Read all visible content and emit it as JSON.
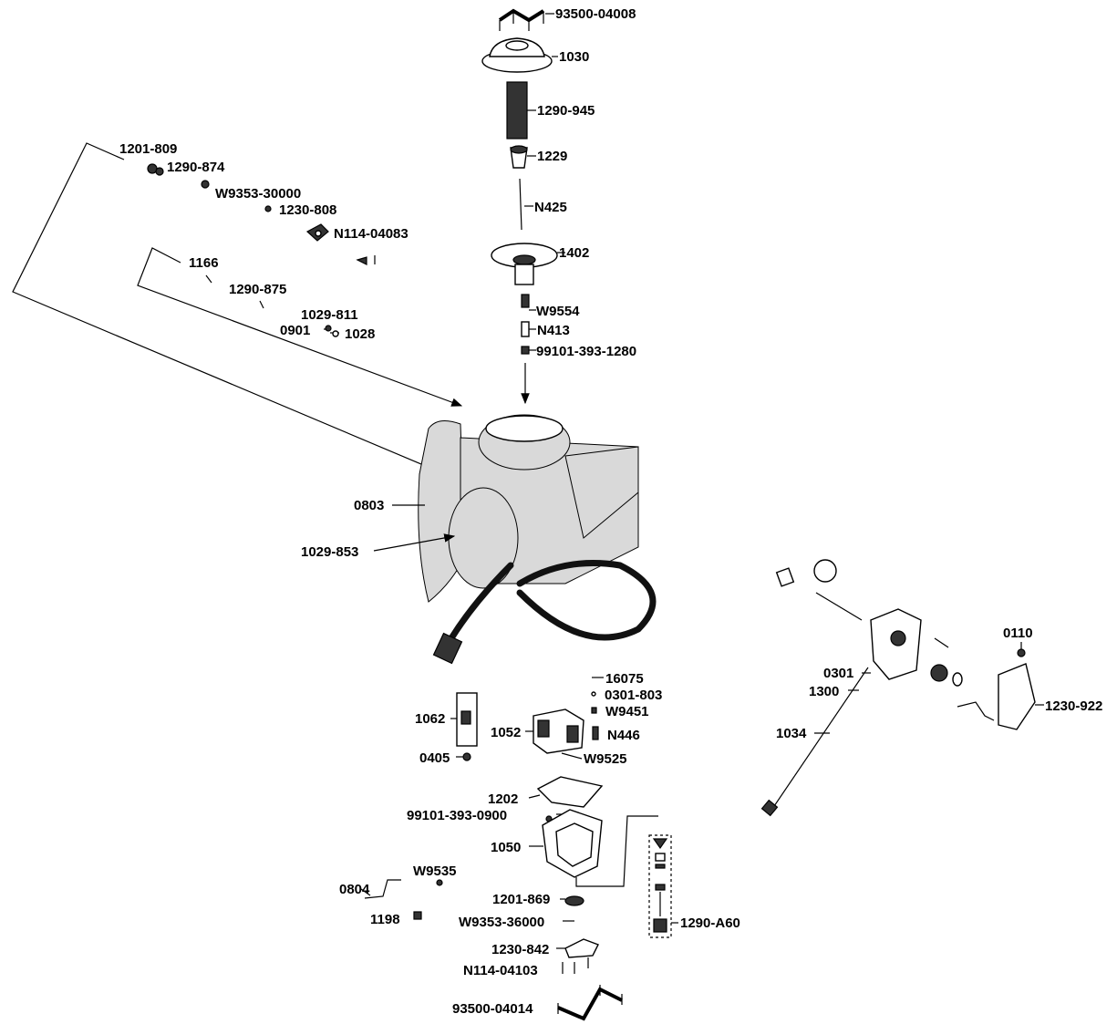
{
  "labels": {
    "p93500_04008": "93500-04008",
    "p1030": "1030",
    "p1290_945": "1290-945",
    "p1229": "1229",
    "pN425": "N425",
    "p1402": "1402",
    "pW9554": "W9554",
    "pN413": "N413",
    "p99101_393_1280": "99101-393-1280",
    "p1201_809": "1201-809",
    "p1290_874": "1290-874",
    "pW9353_30000": "W9353-30000",
    "p1230_808": "1230-808",
    "pN114_04083": "N114-04083",
    "p1166": "1166",
    "p1290_875": "1290-875",
    "p1029_811": "1029-811",
    "p0901": "0901",
    "p1028": "1028",
    "p0803": "0803",
    "p1029_853": "1029-853",
    "p16075": "16075",
    "p0301_803": "0301-803",
    "pW9451": "W9451",
    "p1062": "1062",
    "p1052": "1052",
    "pN446": "N446",
    "p0405": "0405",
    "pW9525": "W9525",
    "p1202": "1202",
    "p99101_393_0900": "99101-393-0900",
    "p1050": "1050",
    "pW9535": "W9535",
    "p0804": "0804",
    "p1201_869": "1201-869",
    "p1198": "1198",
    "pW9353_36000": "W9353-36000",
    "p1290_A60": "1290-A60",
    "p1230_842": "1230-842",
    "pN114_04103": "N114-04103",
    "p93500_04014": "93500-04014",
    "p0110": "0110",
    "p0301": "0301",
    "p1300": "1300",
    "p1230_922": "1230-922",
    "p1034": "1034"
  }
}
